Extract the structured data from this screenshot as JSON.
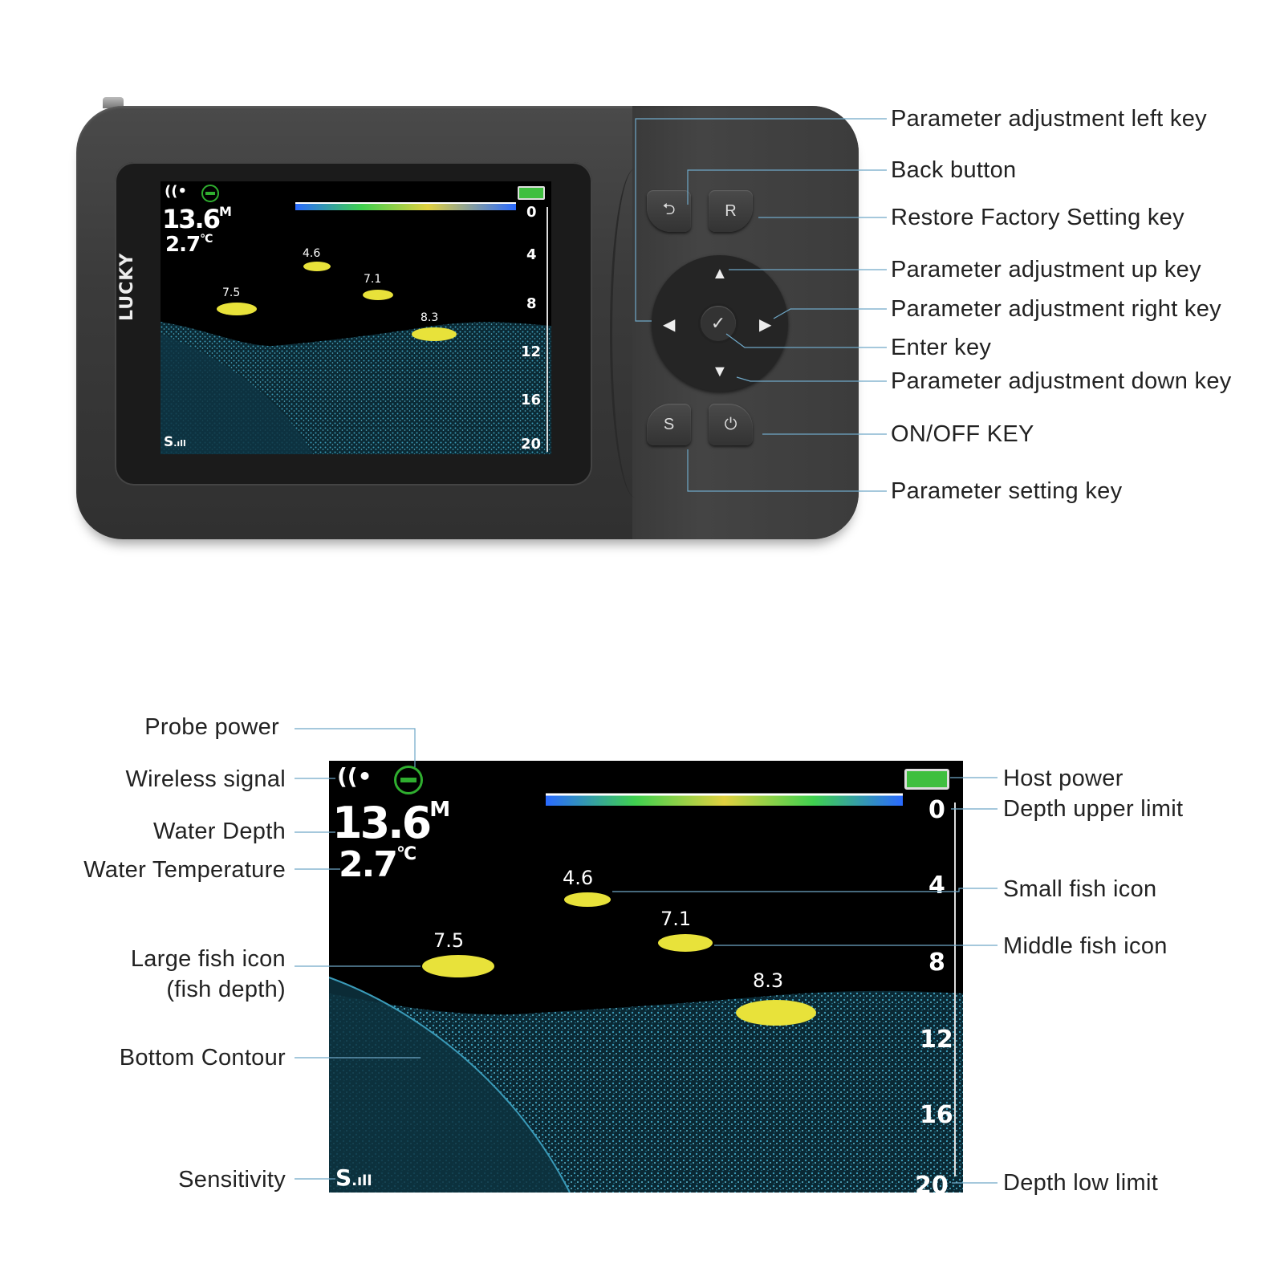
{
  "device": {
    "brand": "LUCKY",
    "keys": {
      "back": "⮌",
      "restore": "R",
      "setting": "S",
      "power": "⏻",
      "enter": "✓",
      "up": "▲",
      "down": "▼",
      "left": "◀",
      "right": "▶"
    }
  },
  "screen": {
    "depth_value": "13.6",
    "depth_unit": "M",
    "temp_value": "2.7",
    "temp_unit": "°C",
    "sensitivity": "S",
    "fish": [
      {
        "depth": "4.6",
        "size": "small"
      },
      {
        "depth": "7.1",
        "size": "middle"
      },
      {
        "depth": "7.5",
        "size": "large"
      },
      {
        "depth": "8.3",
        "size": "large"
      }
    ],
    "scale": [
      "0",
      "4",
      "8",
      "12",
      "16",
      "20"
    ]
  },
  "key_labels": {
    "left_key": "Parameter adjustment left key",
    "back_button": "Back button",
    "restore_key": "Restore Factory Setting key",
    "up_key": "Parameter adjustment up key",
    "right_key": "Parameter adjustment right key",
    "enter_key": "Enter key",
    "down_key": "Parameter adjustment down key",
    "onoff_key": "ON/OFF KEY",
    "setting_key": "Parameter setting key"
  },
  "screen_labels": {
    "probe_power": "Probe power",
    "wireless_signal": "Wireless signal",
    "water_depth": "Water Depth",
    "water_temperature": "Water Temperature",
    "large_fish_line1": "Large fish icon",
    "large_fish_line2": "(fish depth)",
    "bottom_contour": "Bottom Contour",
    "sensitivity": "Sensitivity",
    "host_power": "Host power",
    "depth_upper_limit": "Depth upper limit",
    "small_fish_icon": "Small fish icon",
    "middle_fish_icon": "Middle fish icon",
    "depth_low_limit": "Depth low limit"
  },
  "colors": {
    "battery": "#3fbf3f",
    "probe": "#2fae2f",
    "sonar_bottom": "#2a7f9a",
    "fish": "#e8e23a",
    "leader": "#6fa8c8"
  }
}
